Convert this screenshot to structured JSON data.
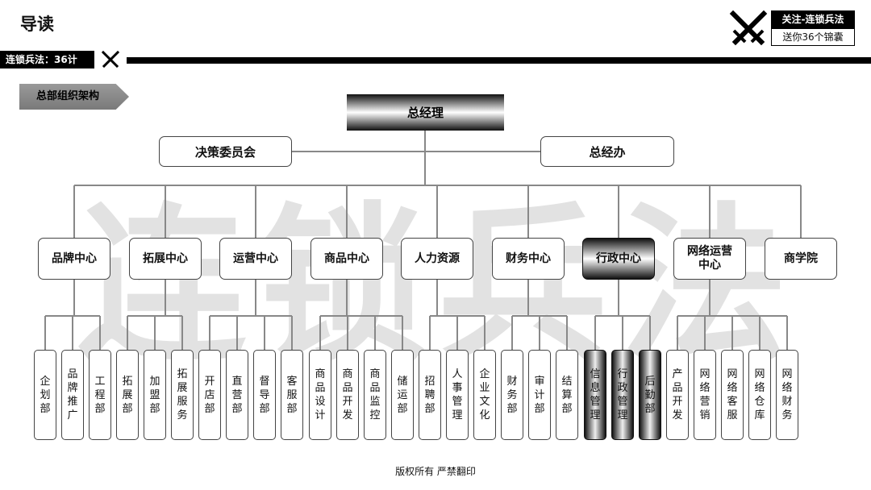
{
  "header": {
    "page_title": "导读",
    "series_label": "连锁兵法：36计",
    "promo_line1": "关注-连锁兵法",
    "promo_line2": "送你36个锦囊"
  },
  "watermark": "连锁兵法",
  "section_tag": "总部组织架构",
  "org": {
    "ceo": "总经理",
    "committee": "决策委员会",
    "gm_office": "总经办",
    "centers": [
      {
        "label": "品牌中心",
        "depts": [
          "企划部",
          "品牌推广",
          "工程部"
        ]
      },
      {
        "label": "拓展中心",
        "depts": [
          "拓展部",
          "加盟部",
          "拓展服务"
        ]
      },
      {
        "label": "运营中心",
        "depts": [
          "开店部",
          "直营部",
          "督导部",
          "客服部"
        ]
      },
      {
        "label": "商品中心",
        "depts": [
          "商品设计",
          "商品开发",
          "商品监控",
          "储运部"
        ]
      },
      {
        "label": "人力资源",
        "depts": [
          "招聘部",
          "人事管理",
          "企业文化"
        ]
      },
      {
        "label": "财务中心",
        "depts": [
          "财务部",
          "审计部",
          "结算部"
        ]
      },
      {
        "label": "行政中心",
        "depts": [
          "信息管理",
          "行政管理",
          "后勤部"
        ]
      },
      {
        "label": "网络运营中心",
        "depts": [
          "产品开发",
          "网络营销",
          "网络客服",
          "网络仓库",
          "网络财务"
        ]
      },
      {
        "label": "商学院",
        "depts": []
      }
    ]
  },
  "footer": "版权所有 严禁翻印"
}
